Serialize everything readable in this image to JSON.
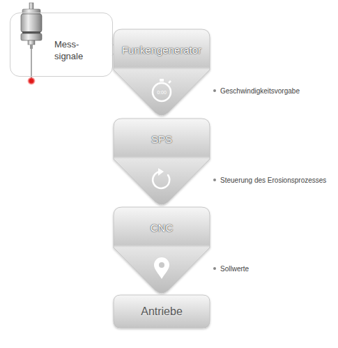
{
  "diagram": {
    "nodes": [
      {
        "text": [
          "Mess- signale"
        ]
      },
      {
        "text": [
          "Funkengenerator"
        ]
      },
      {
        "text": [
          "SPS"
        ]
      },
      {
        "text": [
          "CNC"
        ]
      },
      {
        "text": [
          "Antriebe"
        ]
      }
    ],
    "edges": [
      {
        "from": 0,
        "to": 1,
        "arrow": "none"
      }
    ],
    "labels": [
      "Geschwindigkeitsvorgabe",
      "Steuerung des Erosionsprozesses",
      "Sollwerte",
      "0:00"
    ]
  }
}
